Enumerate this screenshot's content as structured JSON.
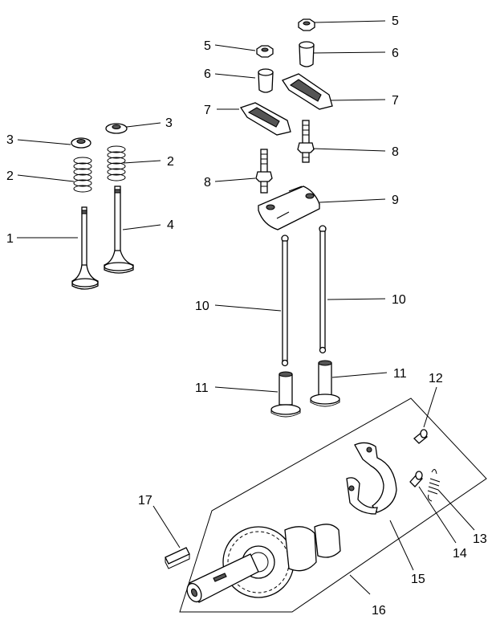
{
  "callouts": {
    "c1": "1",
    "c2a": "2",
    "c2b": "2",
    "c3a": "3",
    "c3b": "3",
    "c4": "4",
    "c5a": "5",
    "c5b": "5",
    "c6a": "6",
    "c6b": "6",
    "c7a": "7",
    "c7b": "7",
    "c8a": "8",
    "c8b": "8",
    "c9": "9",
    "c10a": "10",
    "c10b": "10",
    "c11a": "11",
    "c11b": "11",
    "c12": "12",
    "c13": "13",
    "c14": "14",
    "c15": "15",
    "c16": "16",
    "c17": "17"
  }
}
